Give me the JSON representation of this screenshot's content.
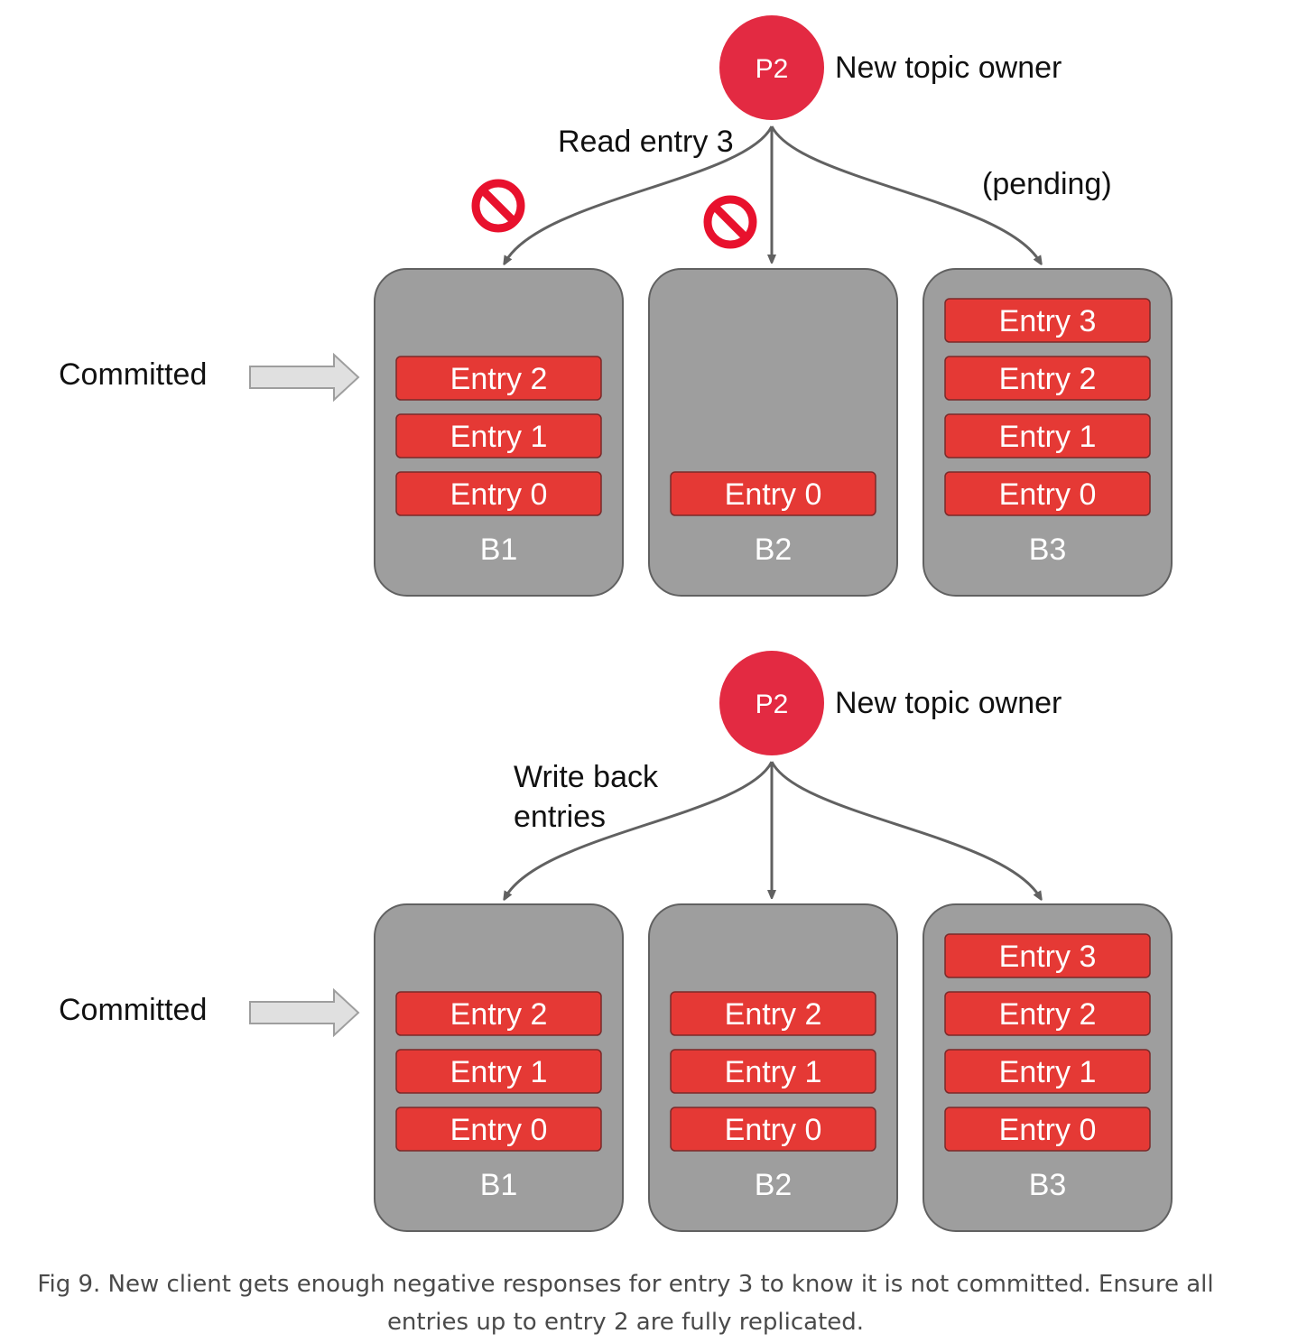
{
  "caption": "Fig 9. New client gets enough negative responses for entry 3 to know it is not committed. Ensure all entries up to entry 2 are fully replicated.",
  "colors": {
    "node": "#e32a42",
    "entry": "#e53935",
    "broker": "#9e9e9e",
    "arrow": "#616161",
    "committed_arrow": "#e0e0e0"
  },
  "panels": [
    {
      "owner_node": "P2",
      "owner_label": "New topic owner",
      "action_label_lines": [
        "Read entry 3"
      ],
      "pending_label": "(pending)",
      "committed_label": "Committed",
      "rejected_icons": [
        "no-entry-icon",
        "no-entry-icon"
      ],
      "brokers": [
        {
          "name": "B1",
          "entries": [
            "Entry 2",
            "Entry 1",
            "Entry 0"
          ]
        },
        {
          "name": "B2",
          "entries": [
            "Entry 0"
          ]
        },
        {
          "name": "B3",
          "entries": [
            "Entry 3",
            "Entry 2",
            "Entry 1",
            "Entry 0"
          ]
        }
      ]
    },
    {
      "owner_node": "P2",
      "owner_label": "New topic owner",
      "action_label_lines": [
        "Write back",
        "entries"
      ],
      "pending_label": "",
      "committed_label": "Committed",
      "rejected_icons": [],
      "brokers": [
        {
          "name": "B1",
          "entries": [
            "Entry 2",
            "Entry 1",
            "Entry 0"
          ]
        },
        {
          "name": "B2",
          "entries": [
            "Entry 2",
            "Entry 1",
            "Entry 0"
          ]
        },
        {
          "name": "B3",
          "entries": [
            "Entry 3",
            "Entry 2",
            "Entry 1",
            "Entry 0"
          ]
        }
      ]
    }
  ]
}
